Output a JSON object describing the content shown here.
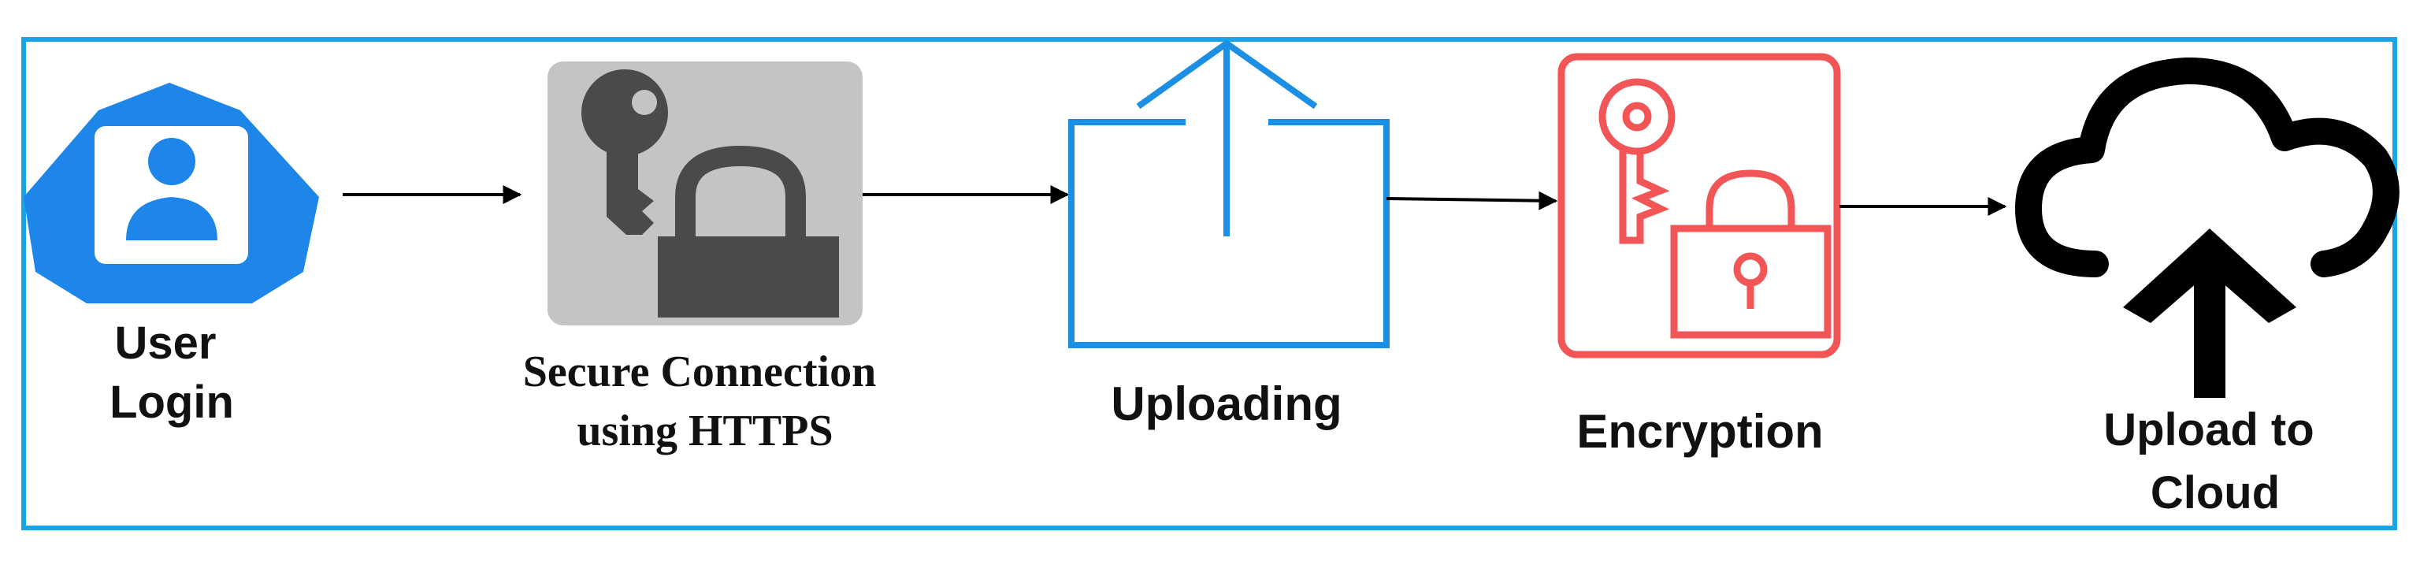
{
  "colors": {
    "frame": "#1aa3e8",
    "user_icon": "#1e86e8",
    "lock_icon_bg": "#c4c4c4",
    "lock_icon_fg": "#4a4a4a",
    "upload_icon": "#1a8fe3",
    "encryption_icon": "#f25555",
    "cloud_icon": "#000000",
    "arrow": "#000000"
  },
  "steps": [
    {
      "id": "user-login",
      "icon": "user-badge-icon",
      "label_lines": [
        "User",
        "Login"
      ]
    },
    {
      "id": "secure-connection",
      "icon": "key-lock-icon",
      "label_lines": [
        "Secure Connection",
        "using HTTPS"
      ]
    },
    {
      "id": "uploading",
      "icon": "upload-icon",
      "label_lines": [
        "Uploading"
      ]
    },
    {
      "id": "encryption",
      "icon": "key-lock-encryption-icon",
      "label_lines": [
        "Encryption"
      ]
    },
    {
      "id": "upload-to-cloud",
      "icon": "cloud-upload-icon",
      "label_lines": [
        "Upload to",
        "Cloud"
      ]
    }
  ]
}
